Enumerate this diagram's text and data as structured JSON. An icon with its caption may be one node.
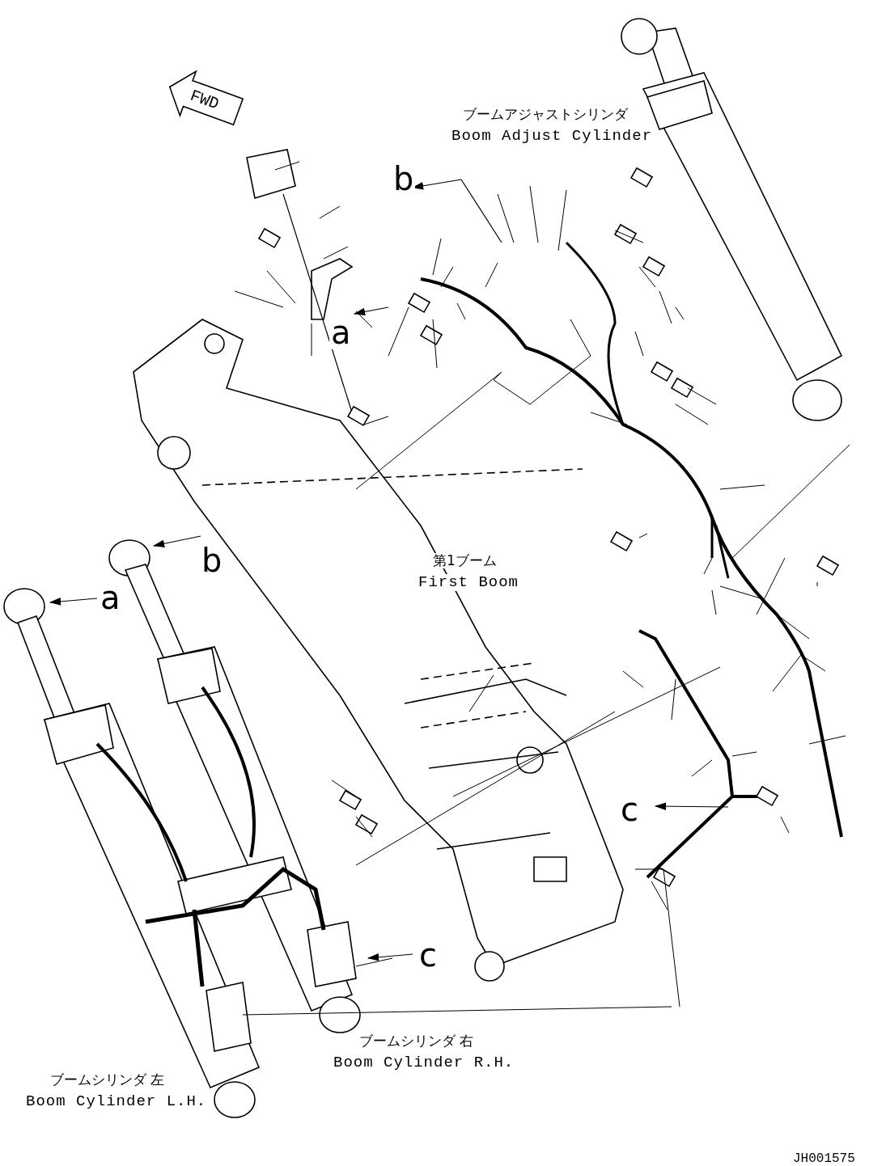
{
  "diagram": {
    "nodes": [
      {
        "text": [
          "FWD"
        ]
      }
    ],
    "labels": [
      "ブームアジャストシリンダ",
      "Boom Adjust Cylinder",
      "b",
      "a",
      "第1ブーム",
      "First Boom",
      "b",
      "a",
      "c",
      "c",
      "ブームシリンダ 右",
      "Boom Cylinder R.H.",
      "ブームシリンダ 左",
      "Boom Cylinder L.H.",
      "JH001575"
    ]
  }
}
